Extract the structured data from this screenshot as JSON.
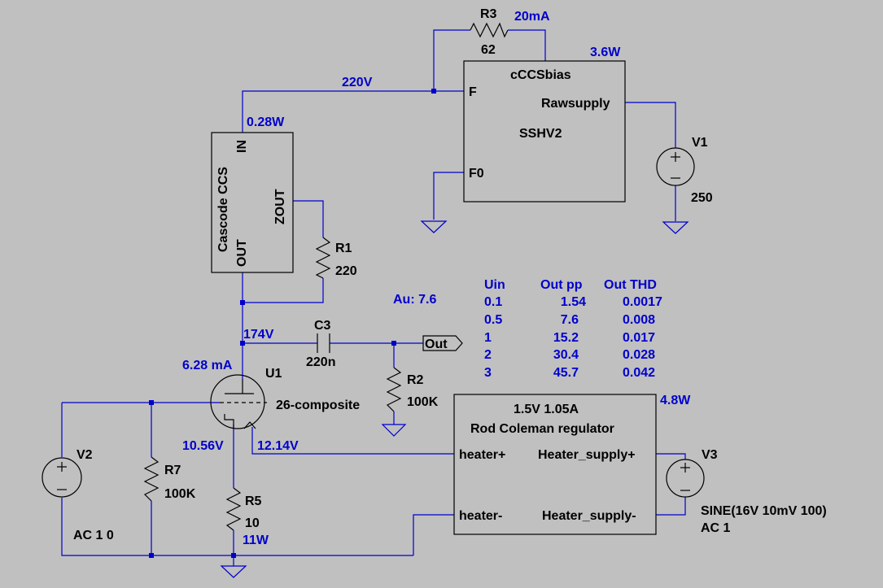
{
  "components": {
    "r3": {
      "ref": "R3",
      "value": "62"
    },
    "r1": {
      "ref": "R1",
      "value": "220"
    },
    "r2": {
      "ref": "R2",
      "value": "100K"
    },
    "r5": {
      "ref": "R5",
      "value": "10"
    },
    "r7": {
      "ref": "R7",
      "value": "100K"
    },
    "c3": {
      "ref": "C3",
      "value": "220n"
    },
    "u1": {
      "ref": "U1",
      "value": "26-composite"
    },
    "v1": {
      "ref": "V1",
      "value": "250"
    },
    "v2": {
      "ref": "V2",
      "value": "AC 1 0"
    },
    "v3": {
      "ref": "V3",
      "value_line1": "SINE(16V 10mV 100)",
      "value_line2": "AC 1"
    }
  },
  "blocks": {
    "ccs": {
      "name": "Cascode CCS",
      "pin_in": "IN",
      "pin_zout": "ZOUT",
      "pin_out": "OUT"
    },
    "bias": {
      "name": "cCCSbias",
      "subtitle": "SSHV2",
      "pin_f": "F",
      "pin_f0": "F0",
      "pin_raw": "Rawsupply"
    },
    "regulator": {
      "line1": "1.5V 1.05A",
      "line2": "Rod Coleman regulator",
      "pin_hp": "heater+",
      "pin_hm": "heater-",
      "pin_sp": "Heater_supply+",
      "pin_sm": "Heater_supply-"
    }
  },
  "annotations": {
    "r3_current": "20mA",
    "bias_power": "3.6W",
    "f_voltage": "220V",
    "ccs_power": "0.28W",
    "plate_voltage": "174V",
    "plate_current": "6.28 mA",
    "cathode_voltage": "10.56V",
    "heater_voltage": "12.14V",
    "r5_power": "11W",
    "reg_power": "4.8W",
    "gain": "Au: 7.6"
  },
  "net_labels": {
    "out": "Out"
  },
  "table": {
    "headers": [
      "Uin",
      "Out pp",
      "Out THD"
    ],
    "rows": [
      [
        "0.1",
        "1.54",
        "0.0017"
      ],
      [
        "0.5",
        "7.6",
        "0.008"
      ],
      [
        "1",
        "15.2",
        "0.017"
      ],
      [
        "2",
        "30.4",
        "0.028"
      ],
      [
        "3",
        "45.7",
        "0.042"
      ]
    ]
  }
}
